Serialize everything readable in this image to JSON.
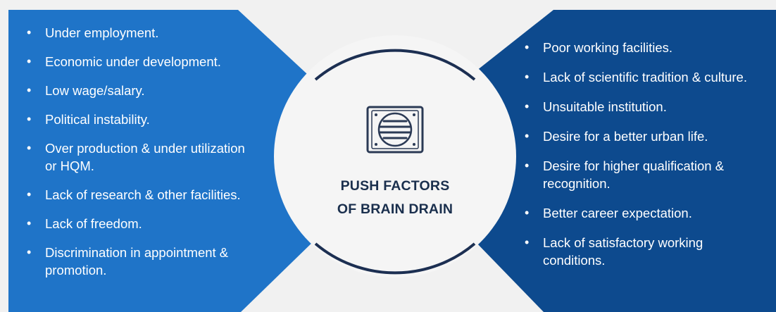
{
  "colors": {
    "background": "#f1f1f1",
    "left_panel": "#1f74c8",
    "right_panel": "#0d4a8e",
    "circle": "#f5f5f5",
    "title_text": "#1a2f4d",
    "arc": "#1c2f52"
  },
  "center": {
    "icon": "drain-grate-icon",
    "title_line1": "PUSH FACTORS",
    "title_line2": "OF BRAIN DRAIN"
  },
  "left_items": [
    "Under employment.",
    "Economic under development.",
    "Low wage/salary.",
    "Political instability.",
    "Over production & under utilization or HQM.",
    "Lack of research & other facilities.",
    "Lack of freedom.",
    "Discrimination in appointment & promotion."
  ],
  "right_items": [
    "Poor working facilities.",
    "Lack of scientific tradition & culture.",
    "Unsuitable institution.",
    "Desire for a better urban life.",
    "Desire for higher qualification & recognition.",
    "Better career expectation.",
    "Lack of satisfactory working conditions."
  ]
}
